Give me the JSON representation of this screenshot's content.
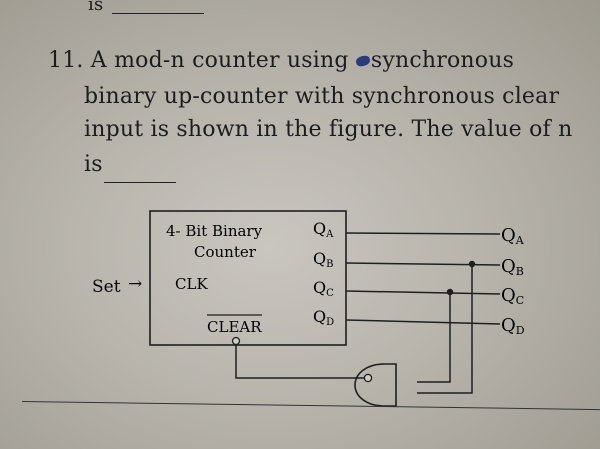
{
  "prev_question": {
    "fill_label": "is"
  },
  "question": {
    "number": "11.",
    "line1": "A mod-n counter using",
    "line1_end": "synchronous",
    "line2": "binary up-counter with synchronous clear",
    "line3": "input is shown in the figure. The value of n",
    "line4": "is"
  },
  "circuit": {
    "block_title_1": "4- Bit Binary",
    "block_title_2": "Counter",
    "clk_label": "CLK",
    "clear_label": "CLEAR",
    "set_label": "Set",
    "arrow_glyph": "→",
    "outputs_internal": [
      {
        "main": "Q",
        "sub": "A"
      },
      {
        "main": "Q",
        "sub": "B"
      },
      {
        "main": "Q",
        "sub": "C"
      },
      {
        "main": "Q",
        "sub": "D"
      }
    ],
    "outputs_external": [
      {
        "main": "Q",
        "sub": "A"
      },
      {
        "main": "Q",
        "sub": "B"
      },
      {
        "main": "Q",
        "sub": "C"
      },
      {
        "main": "Q",
        "sub": "D"
      }
    ]
  }
}
